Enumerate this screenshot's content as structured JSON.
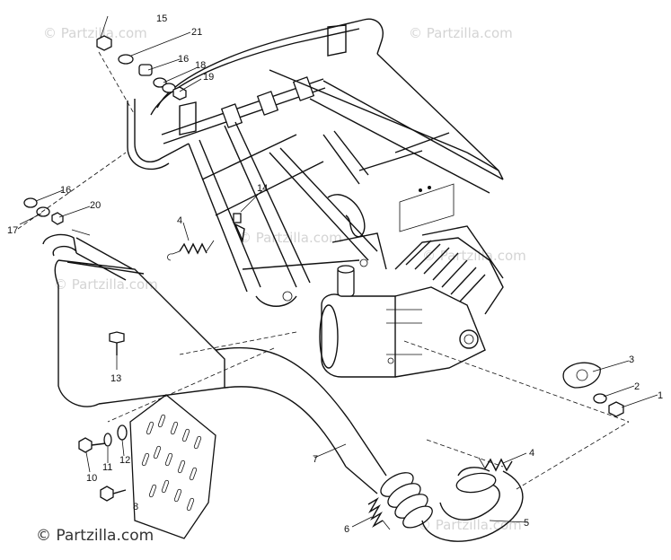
{
  "watermarks": {
    "copyright_symbol": "©",
    "text": "Partzilla.com"
  },
  "callouts": [
    "1",
    "2",
    "3",
    "4",
    "4",
    "5",
    "6",
    "7",
    "8",
    "10",
    "11",
    "12",
    "13",
    "14",
    "15",
    "16",
    "16",
    "17",
    "18",
    "19",
    "20",
    "21"
  ],
  "colors": {
    "line": "#111111",
    "background": "#ffffff",
    "watermark": "#d4d4d4"
  }
}
